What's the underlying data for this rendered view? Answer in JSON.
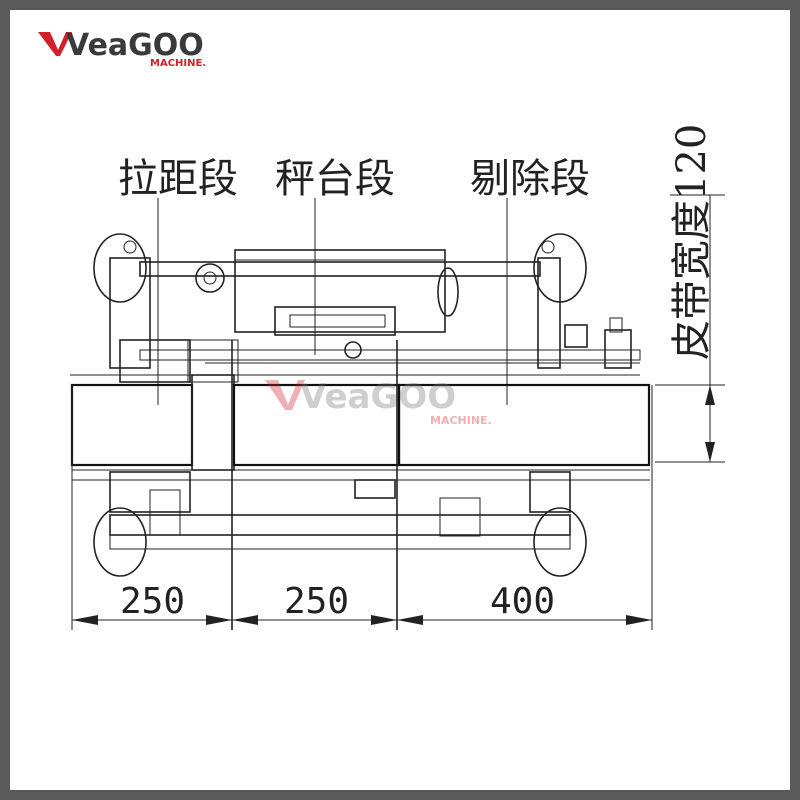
{
  "brand": {
    "name": "VeaGOO",
    "subtitle": "MACHINE.",
    "color_primary": "#3a3a3a",
    "color_accent": "#d0202a"
  },
  "watermark": {
    "name": "VeaGOO",
    "subtitle": "MACHINE."
  },
  "sections": [
    {
      "label": "拉距段"
    },
    {
      "label": "秤台段"
    },
    {
      "label": "剔除段"
    }
  ],
  "side_label": "皮带宽度120",
  "dimensions": [
    {
      "value": "250"
    },
    {
      "value": "250"
    },
    {
      "value": "400"
    }
  ]
}
